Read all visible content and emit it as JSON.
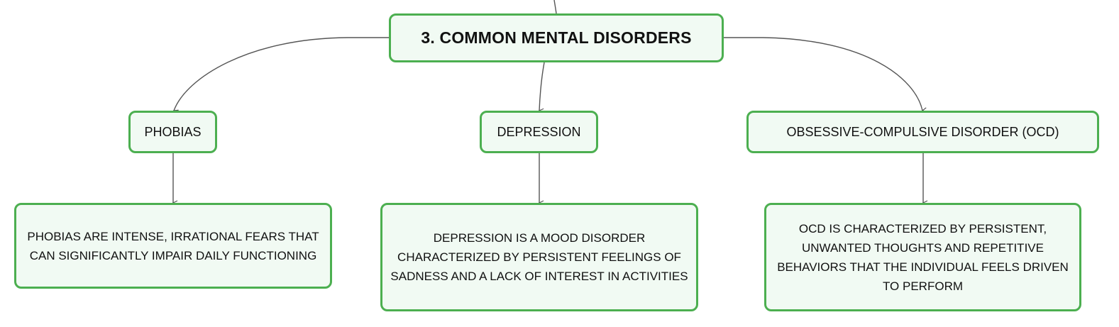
{
  "root": {
    "label": "3. COMMON MENTAL DISORDERS"
  },
  "branches": [
    {
      "label": "PHOBIAS",
      "detail": "PHOBIAS ARE INTENSE, IRRATIONAL FEARS THAT CAN SIGNIFICANTLY IMPAIR DAILY FUNCTIONING"
    },
    {
      "label": "DEPRESSION",
      "detail": "DEPRESSION IS A MOOD DISORDER CHARACTERIZED BY PERSISTENT FEELINGS OF SADNESS AND A LACK OF INTEREST IN ACTIVITIES"
    },
    {
      "label": "OBSESSIVE-COMPULSIVE DISORDER (OCD)",
      "detail": "OCD IS CHARACTERIZED BY PERSISTENT, UNWANTED THOUGHTS AND REPETITIVE BEHAVIORS THAT THE INDIVIDUAL FEELS DRIVEN TO PERFORM"
    }
  ],
  "colors": {
    "node_border": "#4caf50",
    "node_fill": "#f1faf3",
    "connector": "#555555"
  }
}
